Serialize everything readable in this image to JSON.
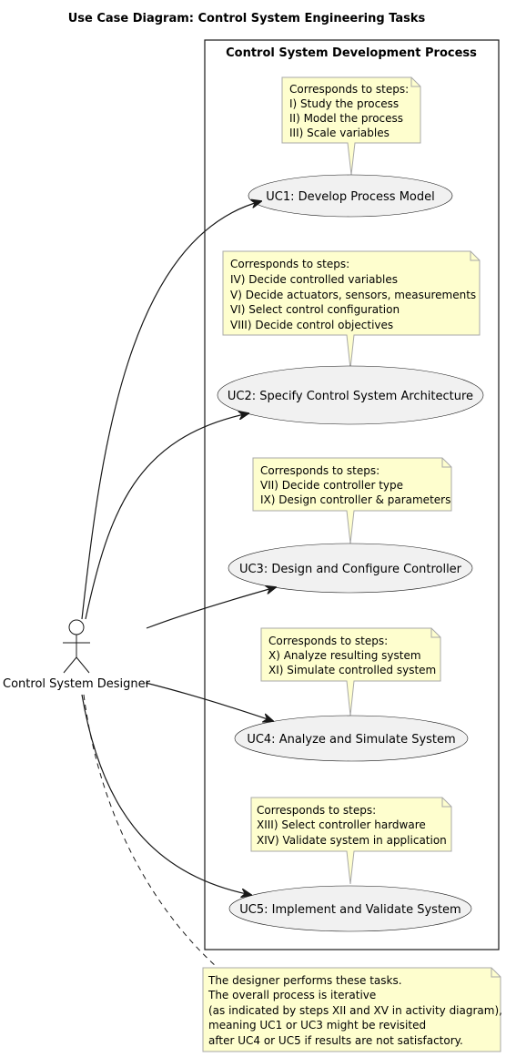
{
  "diagram": {
    "title": "Use Case Diagram: Control System Engineering Tasks",
    "package_title": "Control System Development Process",
    "actor": {
      "name": "Control System Designer"
    },
    "use_cases": [
      {
        "id": "UC1",
        "label": "UC1: Develop Process Model",
        "note": [
          "Corresponds to steps:",
          "I) Study the process",
          "II) Model the process",
          "III) Scale variables"
        ]
      },
      {
        "id": "UC2",
        "label": "UC2: Specify Control System Architecture",
        "note": [
          "Corresponds to steps:",
          "IV) Decide controlled variables",
          "V) Decide actuators, sensors, measurements",
          "VI) Select control configuration",
          "VIII) Decide control objectives"
        ]
      },
      {
        "id": "UC3",
        "label": "UC3: Design and Configure Controller",
        "note": [
          "Corresponds to steps:",
          "VII) Decide controller type",
          "IX) Design controller & parameters"
        ]
      },
      {
        "id": "UC4",
        "label": "UC4: Analyze and Simulate System",
        "note": [
          "Corresponds to steps:",
          "X) Analyze resulting system",
          "XI) Simulate controlled system"
        ]
      },
      {
        "id": "UC5",
        "label": "UC5: Implement and Validate System",
        "note": [
          "Corresponds to steps:",
          "XIII) Select controller hardware",
          "XIV) Validate system in application"
        ]
      }
    ],
    "actor_note": [
      "The designer performs these tasks.",
      "The overall process is iterative",
      "(as indicated by steps XII and XV in activity diagram),",
      "meaning UC1 or UC3 might be revisited",
      "after UC4 or UC5 if results are not satisfactory."
    ],
    "colors": {
      "note_fill": "#FEFECE",
      "note_border": "#A8A8A8",
      "usecase_fill": "#F1F1F1",
      "line": "#181818"
    }
  }
}
